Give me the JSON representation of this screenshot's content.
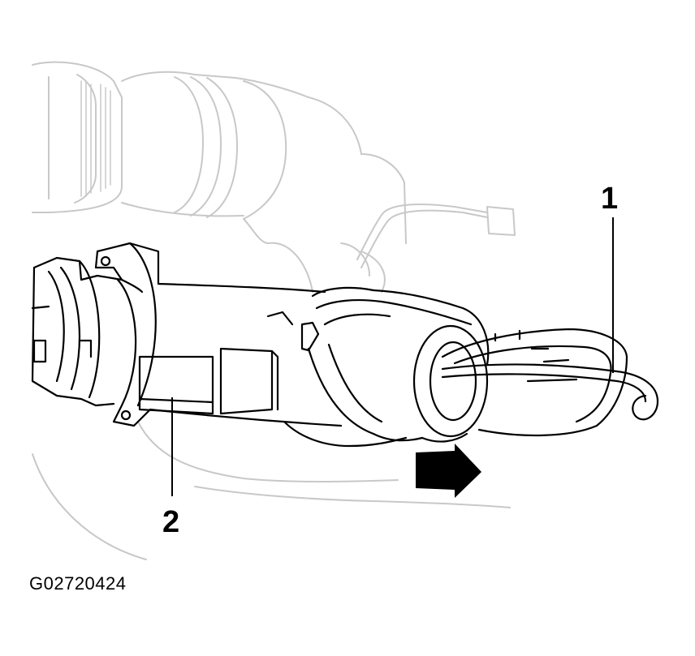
{
  "callouts": {
    "key": "1",
    "lock_cylinder_housing": "2"
  },
  "figure_id": "G02720424",
  "colors": {
    "background": "#ffffff",
    "faint_line": "#c8c8c8",
    "main_line": "#000000",
    "arrow": "#000000"
  }
}
